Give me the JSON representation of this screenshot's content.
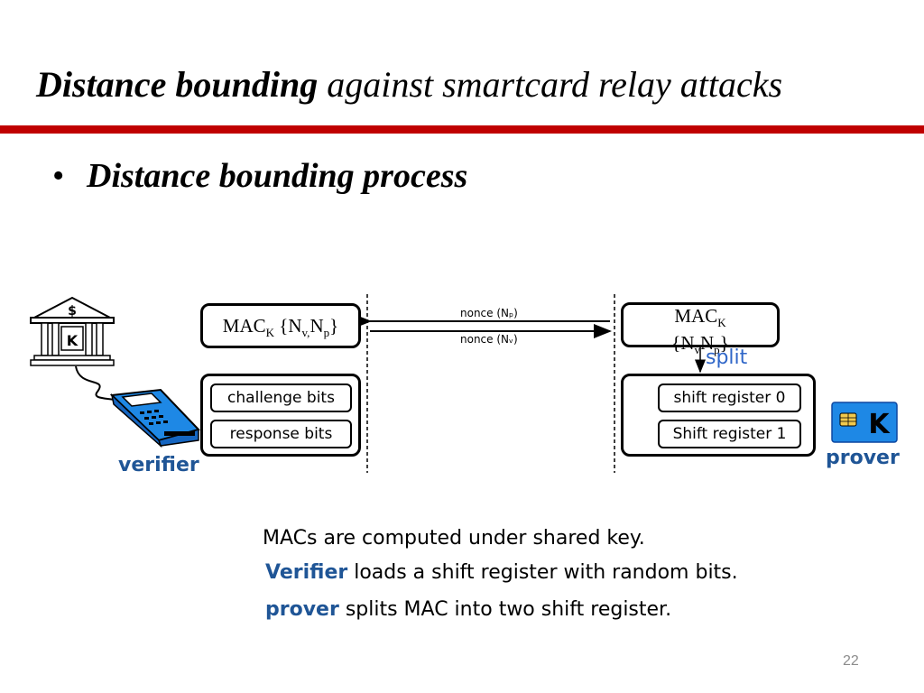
{
  "title": {
    "bold": "Distance bounding",
    "rest": " against smartcard relay attacks"
  },
  "bullet": {
    "symbol": "•",
    "text": "Distance bounding process"
  },
  "diagram": {
    "verifier_mac": {
      "base": "MAC",
      "sub": "K",
      "content": " {N",
      "sub_v": "v,",
      "mid": "N",
      "sub_p": "p",
      "close": "}"
    },
    "prover_mac": {
      "line1_base": "MAC",
      "line1_sub": "K",
      "line2": "{N",
      "line2_sub_v": "v",
      "line2_mid": "N",
      "line2_sub_p": "p",
      "line2_close": "}"
    },
    "msg_top": "nonce (Nₚ)",
    "msg_bottom": "nonce (Nᵥ)",
    "challenge_bits": "challenge bits",
    "response_bits": "response bits",
    "shift_register_0": "shift register 0",
    "shift_register_1": "Shift register 1",
    "split": "split",
    "bank_dollar": "$",
    "bank_key": "K",
    "card_key": "K",
    "verifier_label": "verifier",
    "prover_label": "prover"
  },
  "explanation": {
    "line1": "MACs are computed under shared key.",
    "line2_kw": "Verifier",
    "line2_rest": " loads a shift register with random bits.",
    "line3_kw": "prover",
    "line3_rest": " splits MAC into two shift register."
  },
  "page_number": "22",
  "colors": {
    "accent_red": "#c00000",
    "label_blue": "#1f5596",
    "card_blue": "#1e88e5"
  }
}
